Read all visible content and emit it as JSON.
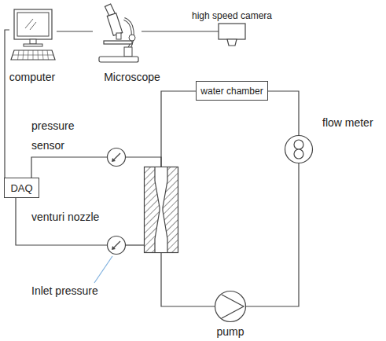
{
  "diagram": {
    "nodes": [
      {
        "text": [
          "computer"
        ]
      },
      {
        "text": [
          "Microscope"
        ]
      },
      {
        "text": [
          "high speed camera"
        ]
      },
      {
        "text": [
          "water chamber"
        ]
      },
      {
        "text": [
          "DAQ"
        ]
      },
      {
        "text": [
          "pressure sensor"
        ]
      },
      {
        "text": [
          "venturi nozzle"
        ]
      },
      {
        "text": [
          "Inlet pressure"
        ]
      },
      {
        "text": [
          "flow meter"
        ]
      },
      {
        "text": [
          "pump"
        ]
      }
    ],
    "edges": [
      {
        "from": 0,
        "to": 1,
        "arrow": "none"
      },
      {
        "from": 1,
        "to": 2,
        "arrow": "none"
      },
      {
        "from": 4,
        "to": 0,
        "arrow": "none"
      },
      {
        "from": 4,
        "to": 5,
        "arrow": "none"
      },
      {
        "from": 4,
        "to": 7,
        "arrow": "none"
      },
      {
        "from": 5,
        "to": 6,
        "arrow": "none"
      },
      {
        "from": 7,
        "to": 6,
        "arrow": "none"
      },
      {
        "from": 6,
        "to": 3,
        "arrow": "none"
      },
      {
        "from": 6,
        "to": 9,
        "arrow": "none"
      },
      {
        "from": 9,
        "to": 8,
        "arrow": "none"
      },
      {
        "from": 8,
        "to": 3,
        "arrow": "none"
      }
    ]
  }
}
